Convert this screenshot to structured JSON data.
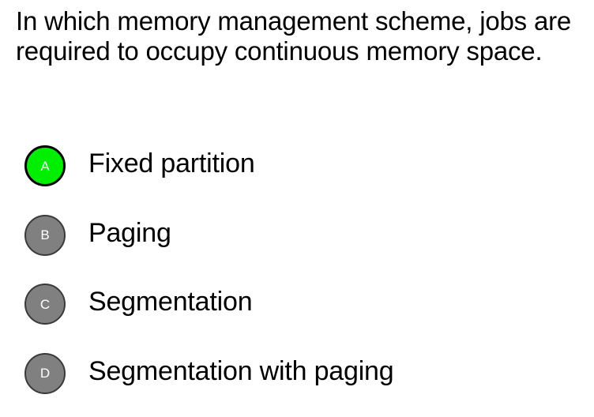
{
  "question": {
    "text": "In which memory management scheme, jobs are required to occupy continuous memory space."
  },
  "colors": {
    "background": "#ffffff",
    "text": "#000000",
    "badge_default": "#808080",
    "badge_default_border": "#3a3a3a",
    "badge_selected": "#00ee00",
    "badge_selected_border": "#000000",
    "badge_letter": "#ffffff"
  },
  "options": [
    {
      "letter": "A",
      "label": "Fixed partition",
      "selected": true
    },
    {
      "letter": "B",
      "label": "Paging",
      "selected": false
    },
    {
      "letter": "C",
      "label": "Segmentation",
      "selected": false
    },
    {
      "letter": "D",
      "label": "Segmentation with paging",
      "selected": false
    }
  ]
}
